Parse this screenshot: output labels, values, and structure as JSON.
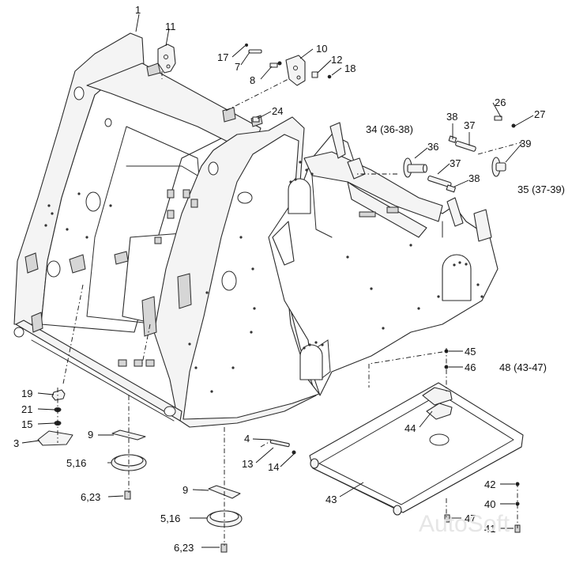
{
  "callouts": {
    "c1": "1",
    "c11": "11",
    "c17": "17",
    "c7": "7",
    "c10": "10",
    "c8": "8",
    "c12": "12",
    "c18": "18",
    "c24": "24",
    "c26": "26",
    "c38a": "38",
    "c37a": "37",
    "c27": "27",
    "c34": "34 (36-38)",
    "c36": "36",
    "c39": "39",
    "c37b": "37",
    "c38b": "38",
    "c35": "35 (37-39)",
    "c45": "45",
    "c46": "46",
    "c48": "48 (43-47)",
    "c19": "19",
    "c21": "21",
    "c15": "15",
    "c3": "3",
    "c9a": "9",
    "c516a": "5,16",
    "c623a": "6,23",
    "c4": "4",
    "c13": "13",
    "c14": "14",
    "c44": "44",
    "c9b": "9",
    "c516b": "5,16",
    "c623b": "6,23",
    "c43": "43",
    "c42": "42",
    "c40": "40",
    "c47": "47",
    "c41": "41"
  },
  "watermark": "AutoSoft"
}
